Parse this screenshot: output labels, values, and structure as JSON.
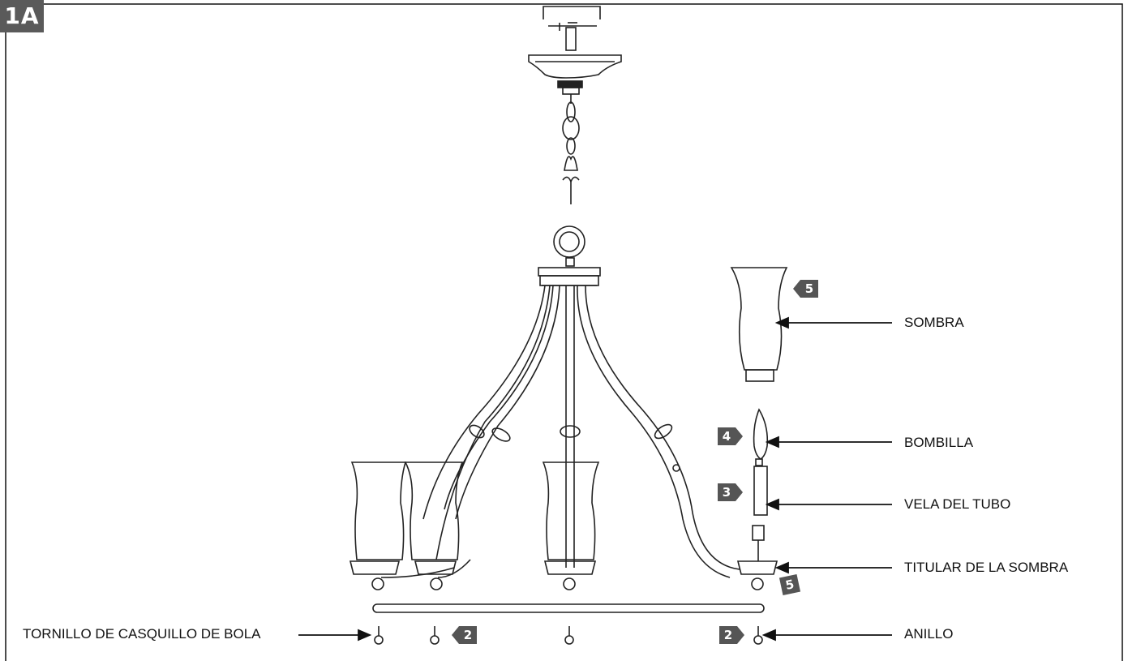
{
  "figure_label": "1A",
  "labels": {
    "sombra": "SOMBRA",
    "bombilla": "BOMBILLA",
    "vela": "VELA DEL TUBO",
    "titular": "TITULAR DE LA SOMBRA",
    "tornillo": "TORNILLO DE CASQUILLO DE BOLA",
    "anillo": "ANILLO"
  },
  "steps": {
    "shade": "5",
    "bulb": "4",
    "candle": "3",
    "holder": "5",
    "screw": "2",
    "ring": "2"
  }
}
